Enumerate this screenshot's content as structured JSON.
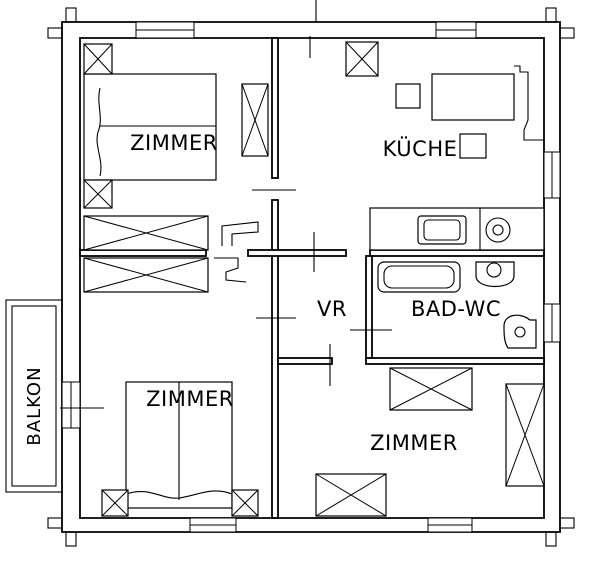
{
  "rooms": {
    "zimmer_top_left": "ZIMMER",
    "kueche": "KÜCHE",
    "vr": "VR",
    "bad_wc": "BAD-WC",
    "balkon": "BALKON",
    "zimmer_bottom_left": "ZIMMER",
    "zimmer_bottom_right": "ZIMMER"
  },
  "colors": {
    "line": "#000000",
    "background": "#ffffff"
  }
}
